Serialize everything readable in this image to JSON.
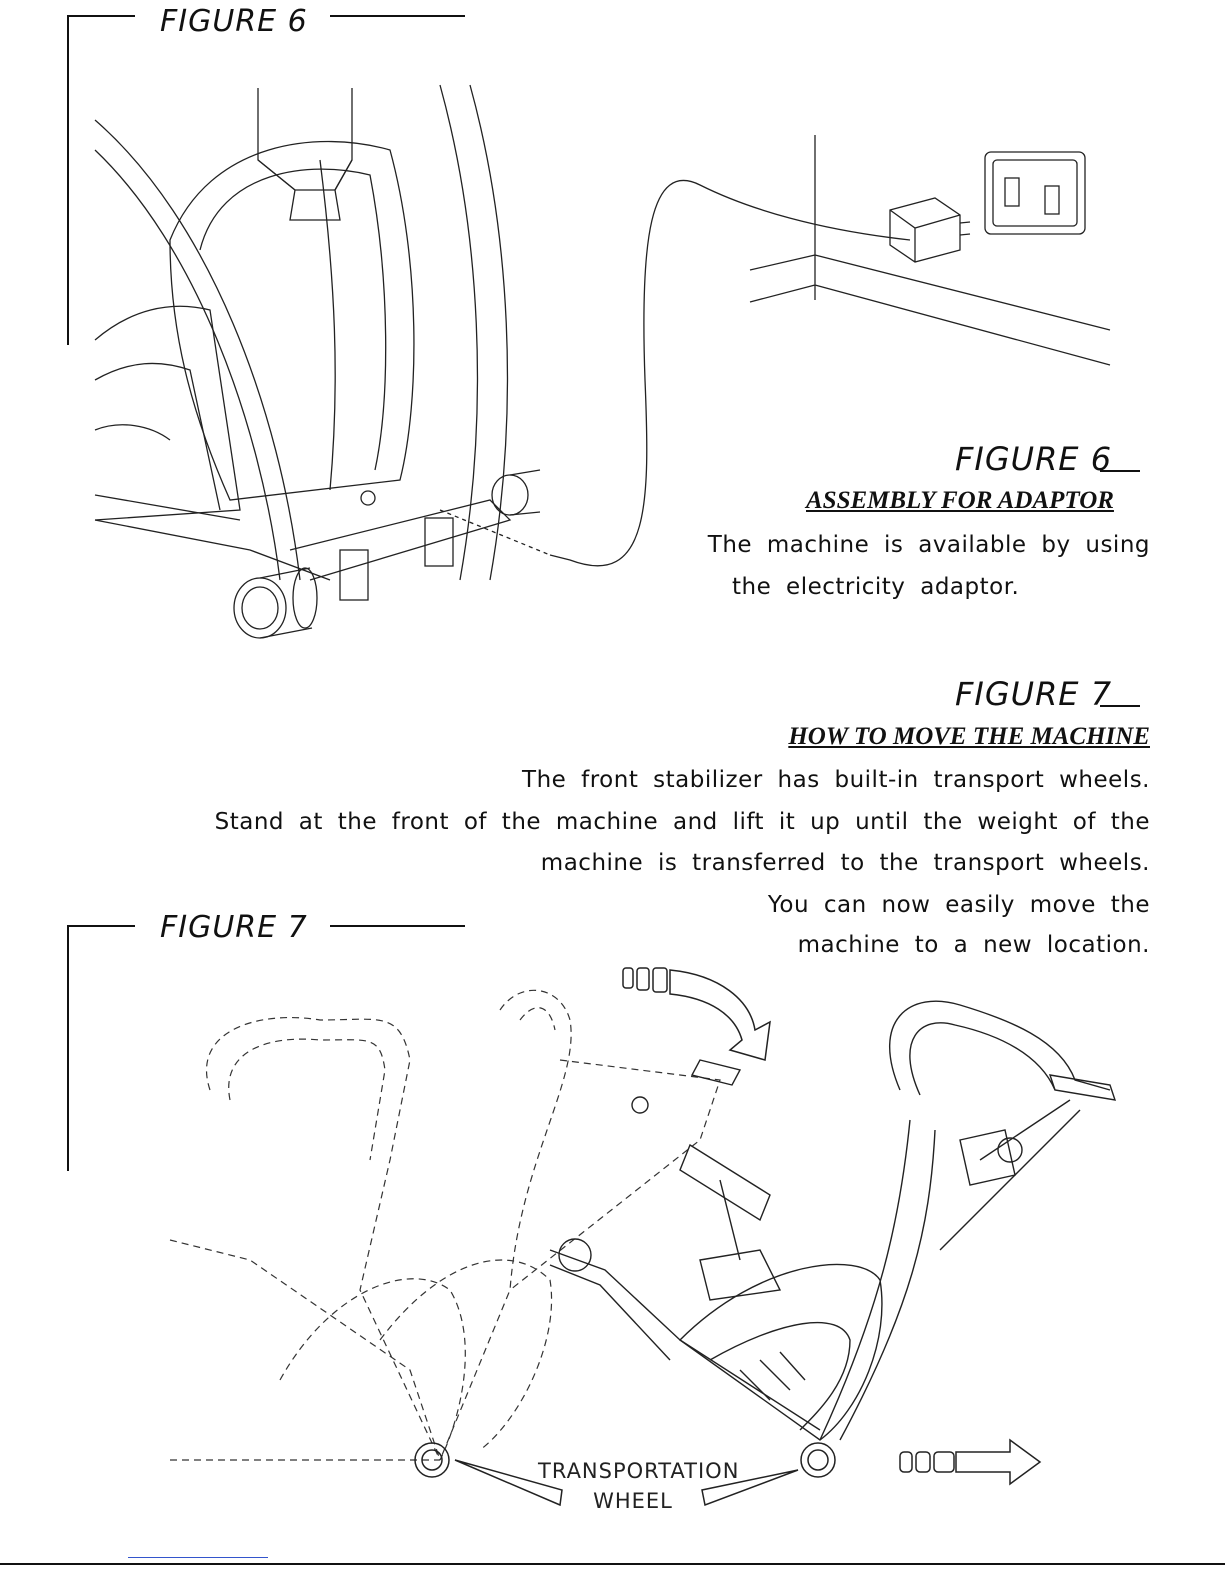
{
  "figure6": {
    "frame_label": "FIGURE 6",
    "caption_label": "FIGURE 6",
    "heading": "ASSEMBLY FOR ADAPTOR",
    "lines": [
      "The machine is available by using",
      "the electricity adaptor."
    ]
  },
  "figure7": {
    "frame_label": "FIGURE 7",
    "caption_label": "FIGURE 7",
    "heading": "HOW TO MOVE THE MACHINE",
    "lines": [
      "The front stabilizer has built-in transport wheels.",
      "Stand at the front of the machine and lift it up until the weight of the",
      "machine is transferred to the transport wheels.",
      "You can now easily move the",
      "machine to a new location."
    ],
    "callout_line1": "TRANSPORTATION",
    "callout_line2": "WHEEL"
  }
}
